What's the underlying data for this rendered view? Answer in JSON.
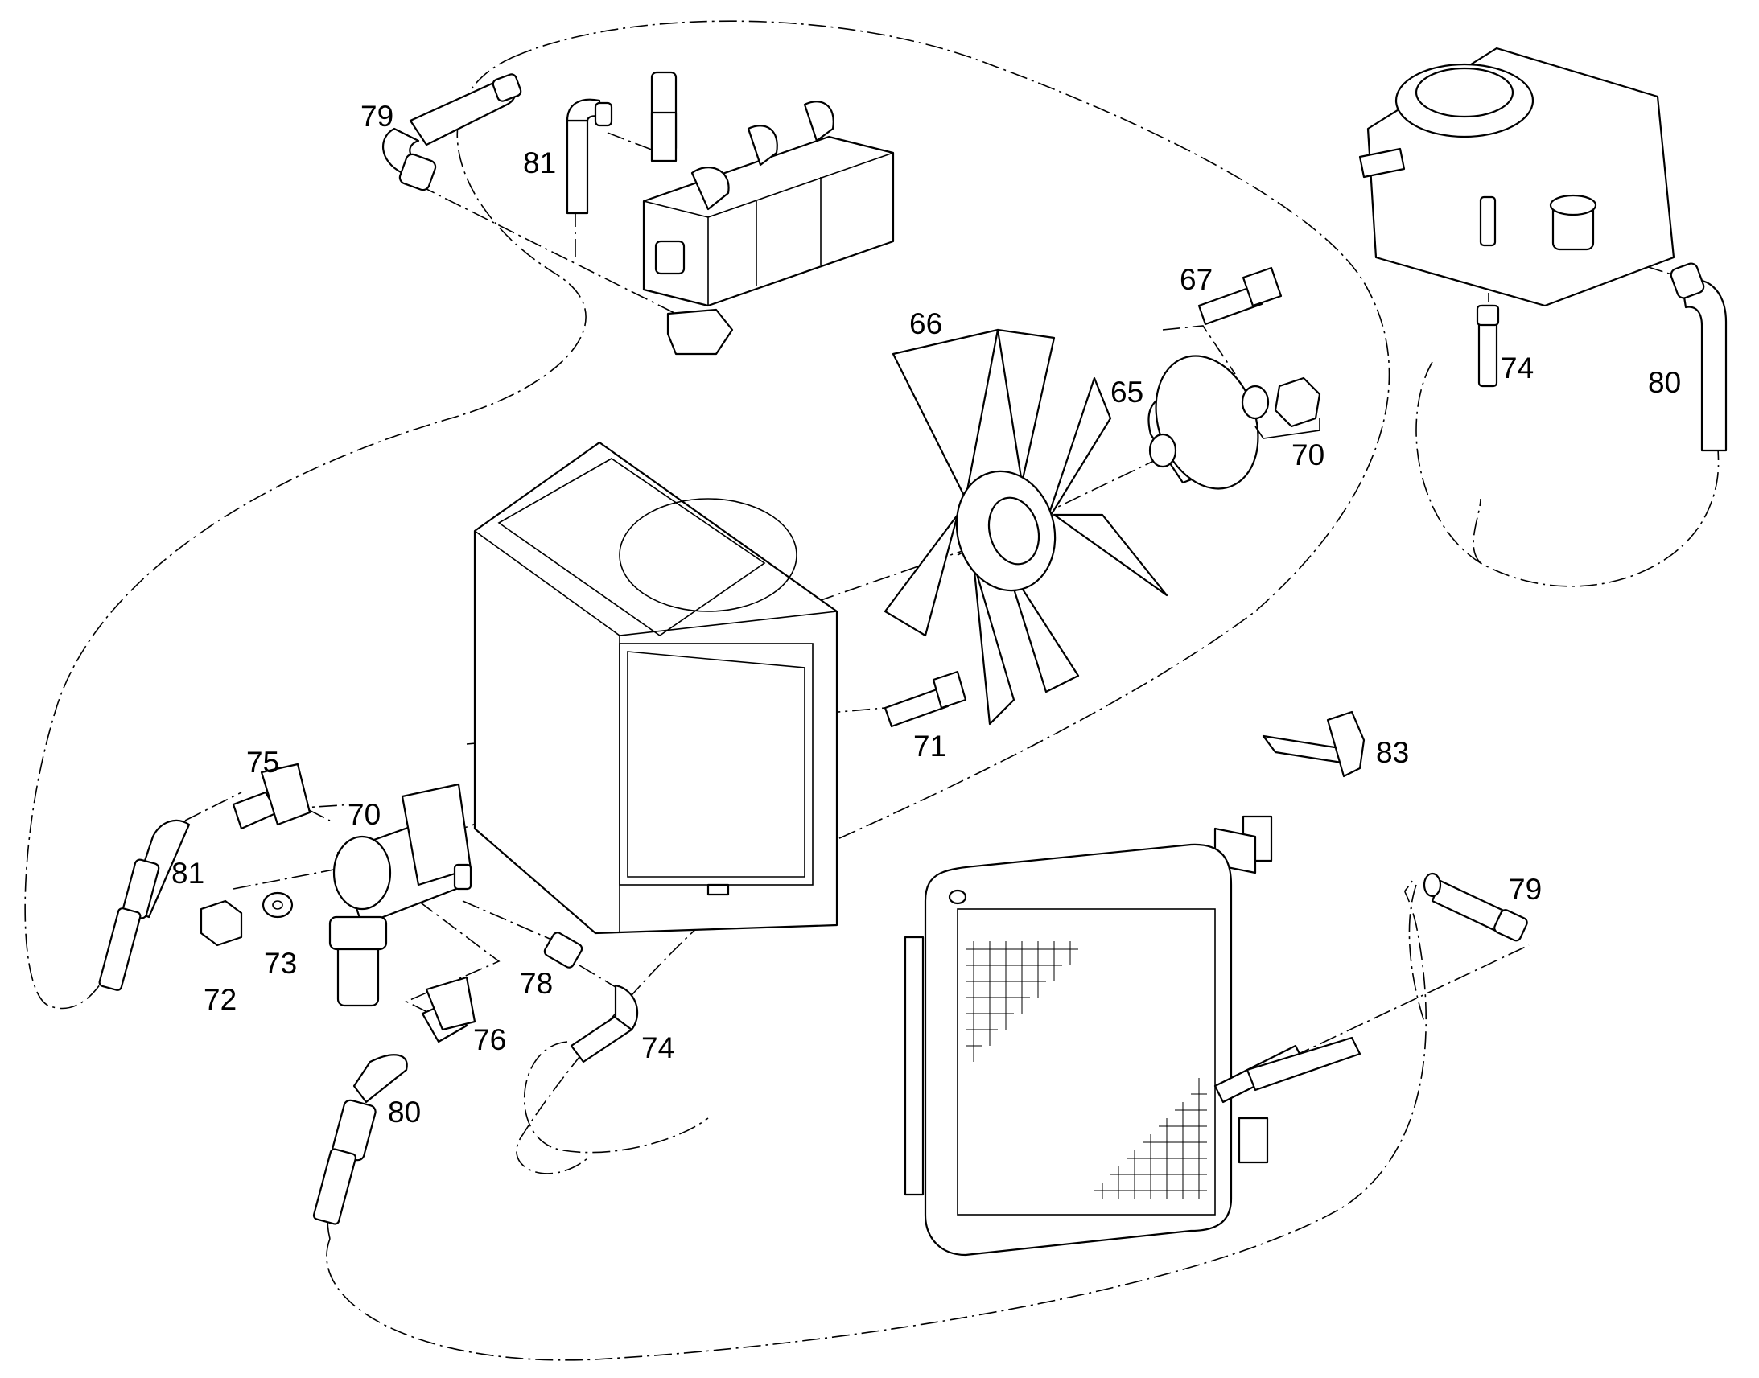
{
  "callouts": [
    {
      "id": "65",
      "text": "65"
    },
    {
      "id": "66",
      "text": "66"
    },
    {
      "id": "67",
      "text": "67"
    },
    {
      "id": "70a",
      "text": "70"
    },
    {
      "id": "70b",
      "text": "70"
    },
    {
      "id": "71",
      "text": "71"
    },
    {
      "id": "72",
      "text": "72"
    },
    {
      "id": "73",
      "text": "73"
    },
    {
      "id": "74a",
      "text": "74"
    },
    {
      "id": "74b",
      "text": "74"
    },
    {
      "id": "75",
      "text": "75"
    },
    {
      "id": "76",
      "text": "76"
    },
    {
      "id": "78",
      "text": "78"
    },
    {
      "id": "79a",
      "text": "79"
    },
    {
      "id": "79b",
      "text": "79"
    },
    {
      "id": "80a",
      "text": "80"
    },
    {
      "id": "80b",
      "text": "80"
    },
    {
      "id": "81a",
      "text": "81"
    },
    {
      "id": "81b",
      "text": "81"
    },
    {
      "id": "83",
      "text": "83"
    }
  ]
}
